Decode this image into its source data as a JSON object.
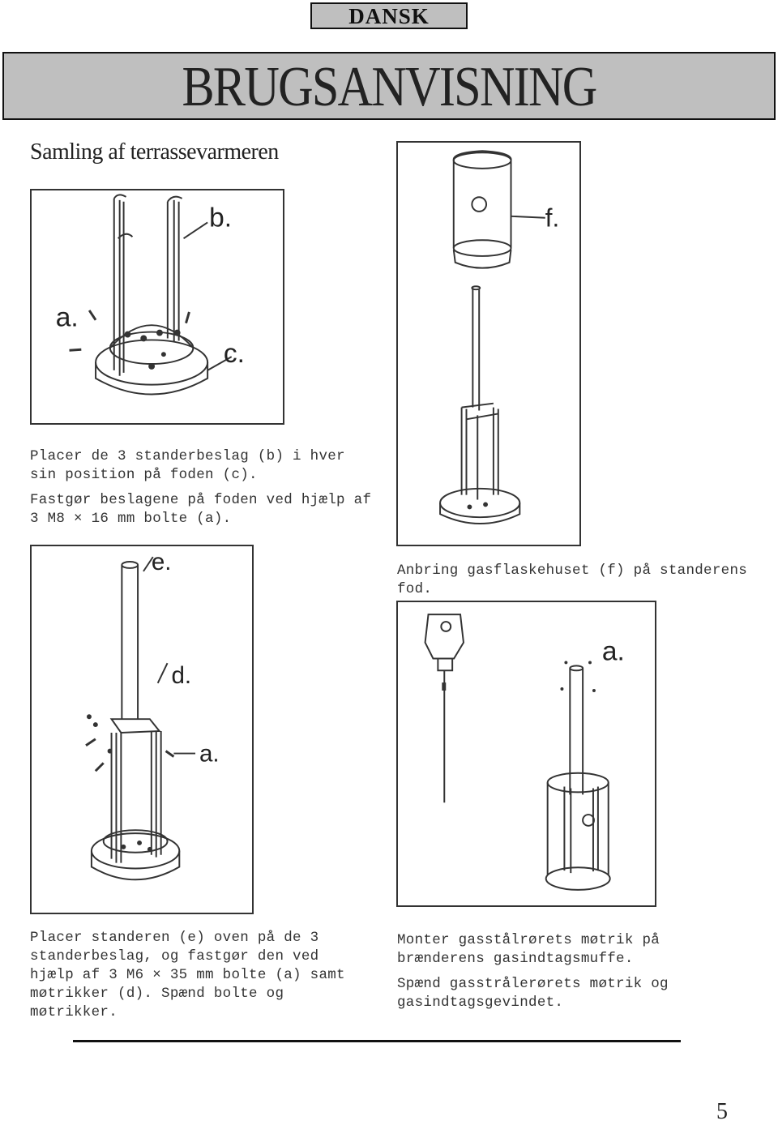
{
  "header": {
    "language_tab": "DANSK",
    "title": "BRUGSANVISNING"
  },
  "section_title": "Samling af terrassevarmeren",
  "figures": {
    "fig1": {
      "labels": [
        "b.",
        "a.",
        "c."
      ]
    },
    "fig2": {
      "labels": [
        "f."
      ]
    },
    "fig3": {
      "labels": [
        "e.",
        "d.",
        "a."
      ]
    },
    "fig4": {
      "labels": [
        "a."
      ]
    }
  },
  "captions": {
    "step1_line1": "Placer de 3 standerbeslag (b) i hver sin position på foden (c).",
    "step1_line2": "Fastgør beslagene på foden ved hjælp af 3 M8 × 16 mm bolte (a).",
    "step2": "Anbring gasflaskehuset (f) på standerens fod.",
    "step3": "Placer standeren (e) oven på de 3 standerbeslag, og fastgør den ved hjælp af 3 M6 × 35 mm bolte (a) samt møtrikker (d). Spænd bolte og møtrikker.",
    "step4_line1": "Monter gasstålrørets møtrik på brænderens gasindtagsmuffe.",
    "step4_line2": "Spænd gasstrålerørets møtrik og gasindtagsgevindet."
  },
  "page_number": "5"
}
